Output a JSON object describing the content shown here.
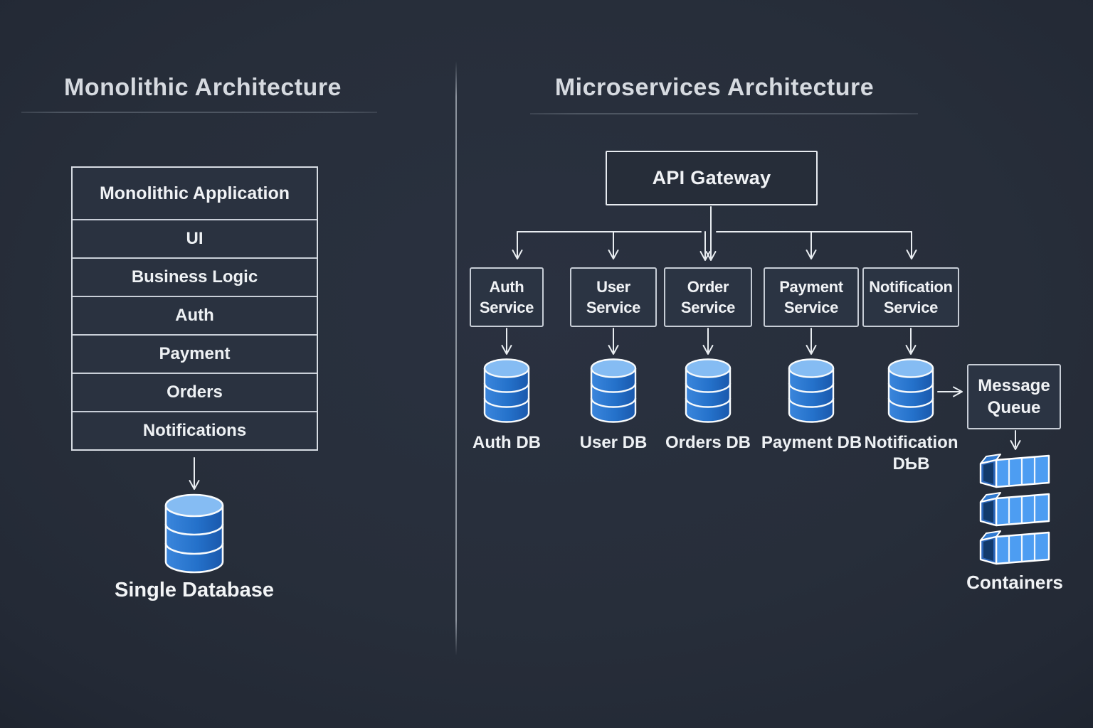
{
  "left": {
    "title": "Monolithic Architecture",
    "app": {
      "header": "Monolithic Application",
      "layers": [
        "UI",
        "Business Logic",
        "Auth",
        "Payment",
        "Orders",
        "Notifications"
      ]
    },
    "database_label": "Single Database"
  },
  "right": {
    "title": "Microservices Architecture",
    "gateway_label": "API Gateway",
    "services": [
      {
        "name": "Auth Service",
        "db": "Auth DB"
      },
      {
        "name": "User Service",
        "db": "User DB"
      },
      {
        "name": "Order Service",
        "db": "Orders DB"
      },
      {
        "name": "Payment Service",
        "db": "Payment DB"
      },
      {
        "name": "Notification Service",
        "db": "Notification DƄB"
      }
    ],
    "message_queue_label": "Message Queue",
    "containers_label": "Containers"
  },
  "colors": {
    "background": "#272e3a",
    "box_fill": "#2b3443",
    "box_border": "#c7cdd6",
    "arrow": "#e9edf1",
    "db_top_blue": "#85bcf3",
    "db_body_blue": "#2273cc",
    "container_blue": "#4d9df2",
    "text": "#eef1f4"
  }
}
